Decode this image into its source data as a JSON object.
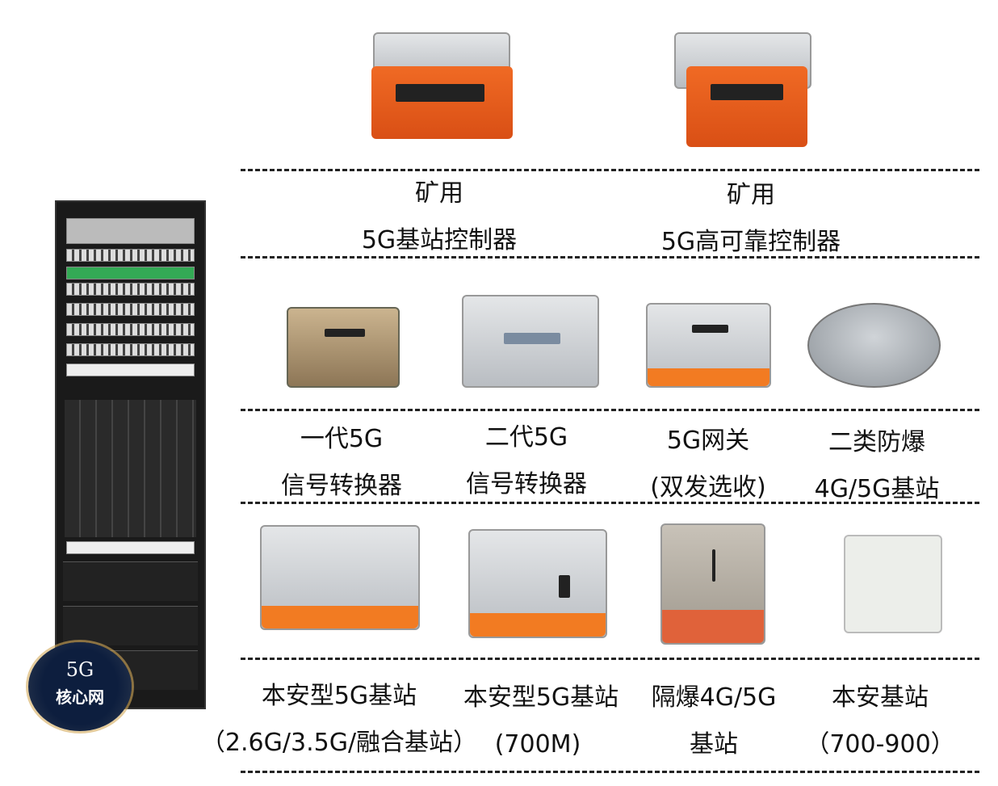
{
  "core_network": {
    "line1": "5G",
    "line2": "核心网"
  },
  "row1": [
    {
      "line1": "矿用",
      "line2": "5G基站控制器"
    },
    {
      "line1": "矿用",
      "line2": "5G高可靠控制器"
    }
  ],
  "row2": [
    {
      "line1": "一代5G",
      "line2": "信号转换器"
    },
    {
      "line1": "二代5G",
      "line2": "信号转换器"
    },
    {
      "line1": "5G网关",
      "line2": "(双发选收)"
    },
    {
      "line1": "二类防爆",
      "line2": "4G/5G基站"
    }
  ],
  "row3": [
    {
      "line1": "本安型5G基站",
      "line2": "（2.6G/3.5G/融合基站）"
    },
    {
      "line1": "本安型5G基站",
      "line2": "(700M)"
    },
    {
      "line1": "隔爆4G/5G",
      "line2": "基站"
    },
    {
      "line1": "本安基站",
      "line2": "（700-900）"
    }
  ],
  "colors": {
    "orange": "#f06a24",
    "badge": "#0d1e3e"
  }
}
